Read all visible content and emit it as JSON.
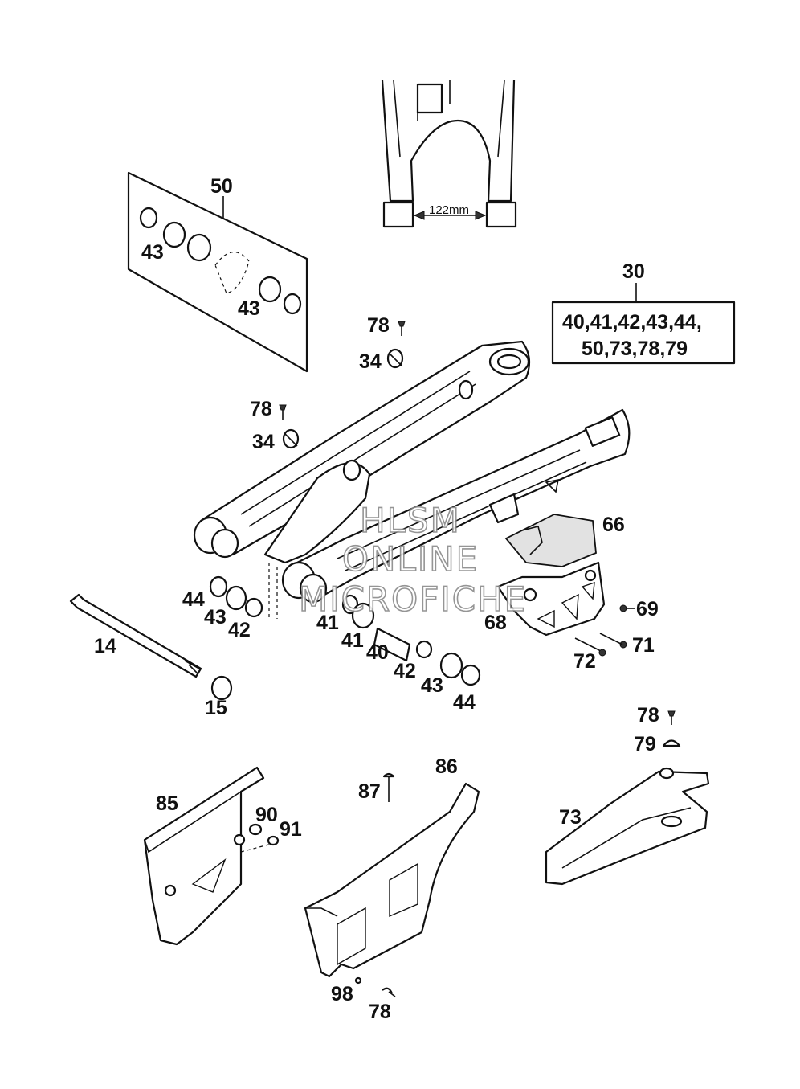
{
  "dimension_label": "122mm",
  "kit": {
    "number": "30",
    "line1": "40,41,42,43,44,",
    "line2": "50,73,78,79"
  },
  "callouts": {
    "c50": "50",
    "c43a": "43",
    "c43b": "43",
    "c78a": "78",
    "c34a": "34",
    "c78b": "78",
    "c34b": "34",
    "c66": "66",
    "c68": "68",
    "c69": "69",
    "c71": "71",
    "c72": "72",
    "c44a": "44",
    "c43c": "43",
    "c42a": "42",
    "c14": "14",
    "c15": "15",
    "c41a": "41",
    "c41b": "41",
    "c40": "40",
    "c42b": "42",
    "c43d": "43",
    "c44b": "44",
    "c78c": "78",
    "c79": "79",
    "c73": "73",
    "c86": "86",
    "c87": "87",
    "c85": "85",
    "c90": "90",
    "c91": "91",
    "c98": "98",
    "c78d": "78"
  },
  "watermark": {
    "line1": "HLSM",
    "line2": "ONLINE",
    "line3": "MICROFICHE"
  }
}
